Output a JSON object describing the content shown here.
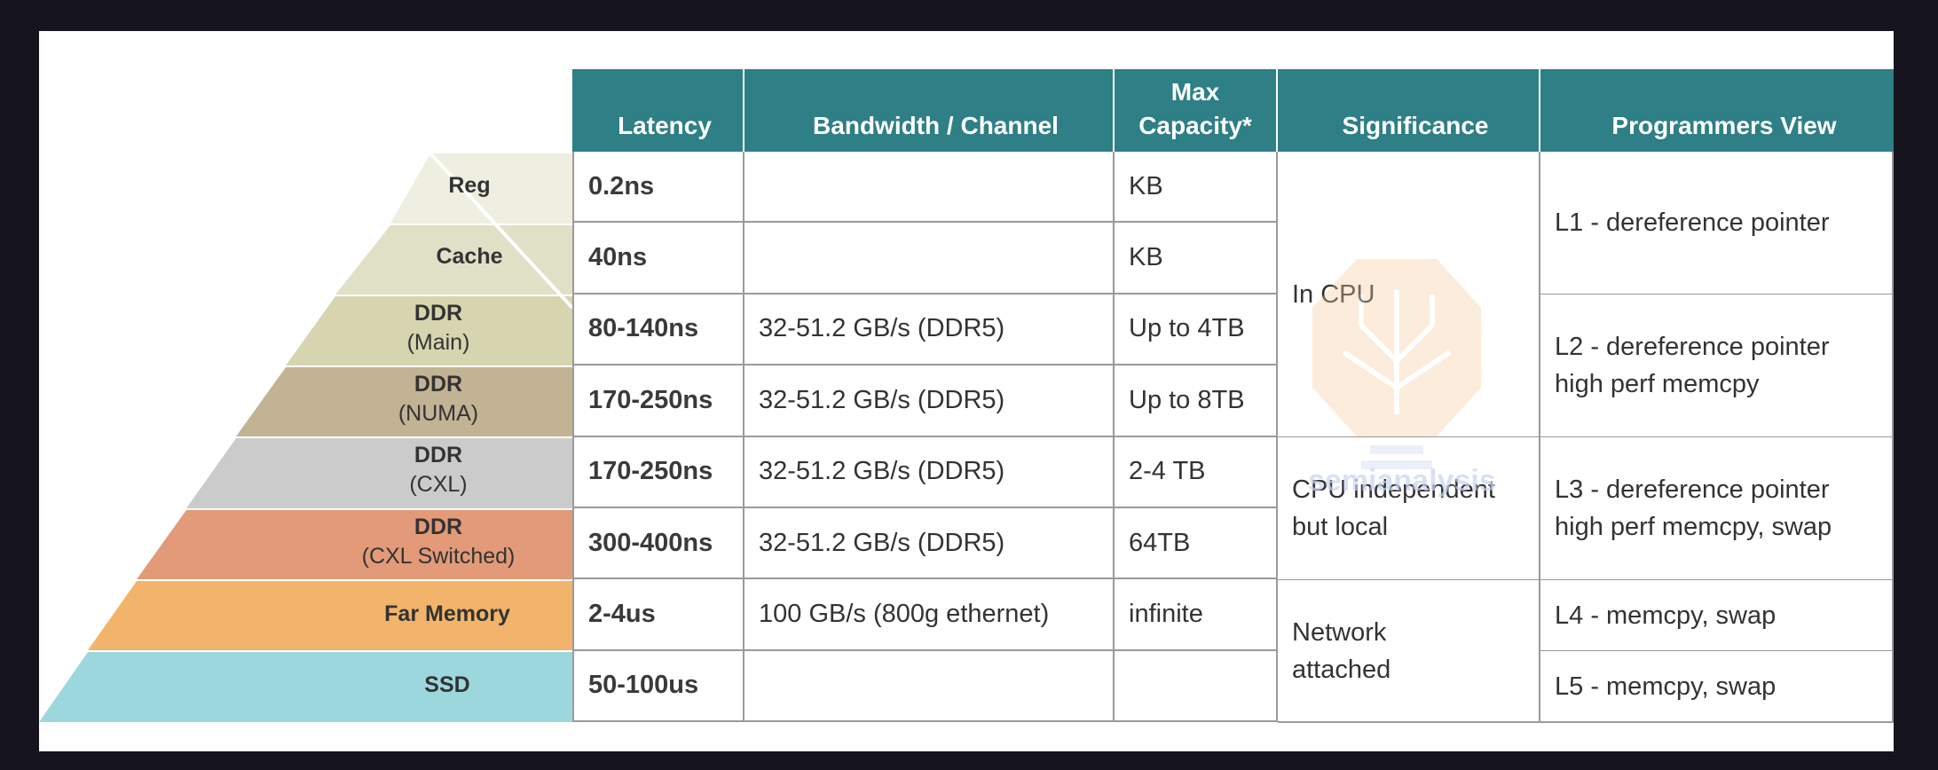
{
  "headers": [
    "Latency",
    "Bandwidth / Channel",
    "Max\nCapacity*",
    "Significance",
    "Programmers View"
  ],
  "headers_display": {
    "latency": "Latency",
    "bandwidth": "Bandwidth / Channel",
    "capacity_line1": "Max",
    "capacity_line2": "Capacity*",
    "significance": "Significance",
    "programmers_view": "Programmers View"
  },
  "tiers": [
    {
      "name": "Reg",
      "sub": "",
      "color": "#eeefe0"
    },
    {
      "name": "Cache",
      "sub": "",
      "color": "#dfe0c6"
    },
    {
      "name": "DDR",
      "sub": "(Main)",
      "color": "#d6d5b0"
    },
    {
      "name": "DDR",
      "sub": "(NUMA)",
      "color": "#c2b394"
    },
    {
      "name": "DDR",
      "sub": "(CXL)",
      "color": "#cbcbcb"
    },
    {
      "name": "DDR",
      "sub": "(CXL Switched)",
      "color": "#e29a78"
    },
    {
      "name": "Far Memory",
      "sub": "",
      "color": "#f1b46a"
    },
    {
      "name": "SSD",
      "sub": "",
      "color": "#9dd7de"
    }
  ],
  "rows": [
    {
      "latency": "0.2ns",
      "bandwidth": "",
      "capacity": "KB"
    },
    {
      "latency": "40ns",
      "bandwidth": "",
      "capacity": "KB"
    },
    {
      "latency": "80-140ns",
      "bandwidth": "32-51.2 GB/s (DDR5)",
      "capacity": "Up to 4TB"
    },
    {
      "latency": "170-250ns",
      "bandwidth": "32-51.2 GB/s (DDR5)",
      "capacity": "Up to 8TB"
    },
    {
      "latency": "170-250ns",
      "bandwidth": "32-51.2 GB/s (DDR5)",
      "capacity": "2-4 TB"
    },
    {
      "latency": "300-400ns",
      "bandwidth": "32-51.2 GB/s (DDR5)",
      "capacity": "64TB"
    },
    {
      "latency": "2-4us",
      "bandwidth": "100 GB/s (800g ethernet)",
      "capacity": "infinite"
    },
    {
      "latency": "50-100us",
      "bandwidth": "",
      "capacity": ""
    }
  ],
  "significance": {
    "in_cpu": "In CPU",
    "cpu_independent_line1": "CPU independent",
    "cpu_independent_line2": "but local",
    "network_line1": "Network",
    "network_line2": "attached"
  },
  "programmers_view": {
    "l1": "L1 - dereference pointer",
    "l2_line1": "L2 - dereference pointer",
    "l2_line2": "high perf memcpy",
    "l3_line1": "L3 - dereference pointer",
    "l3_line2": "high perf memcpy, swap",
    "l4": "L4 - memcpy, swap",
    "l5": "L5 - memcpy, swap"
  },
  "watermark": "semianalysis",
  "colors": {
    "header": "#2e7f86",
    "border": "#9a9a9a",
    "background": "#16141f"
  }
}
